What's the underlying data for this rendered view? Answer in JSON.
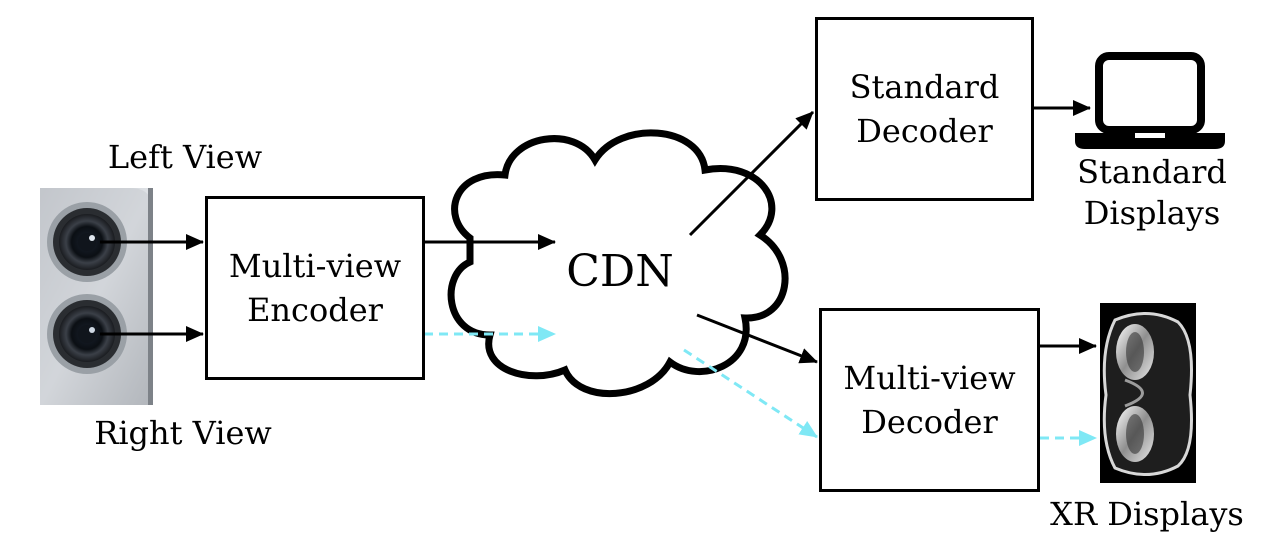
{
  "camera": {
    "left_view_label": "Left View",
    "right_view_label": "Right View"
  },
  "encoder": {
    "line1": "Multi-view",
    "line2": "Encoder"
  },
  "cdn": {
    "label": "CDN"
  },
  "standard_decoder": {
    "line1": "Standard",
    "line2": "Decoder"
  },
  "multiview_decoder": {
    "line1": "Multi-view",
    "line2": "Decoder"
  },
  "standard_displays": {
    "line1": "Standard",
    "line2": "Displays",
    "icon": "laptop-icon"
  },
  "xr_displays": {
    "label": "XR Displays",
    "icon": "xr-headset-icon"
  },
  "colors": {
    "primary_stream": "#000000",
    "extra_view_stream": "#7fe8f5",
    "background": "#ffffff"
  }
}
